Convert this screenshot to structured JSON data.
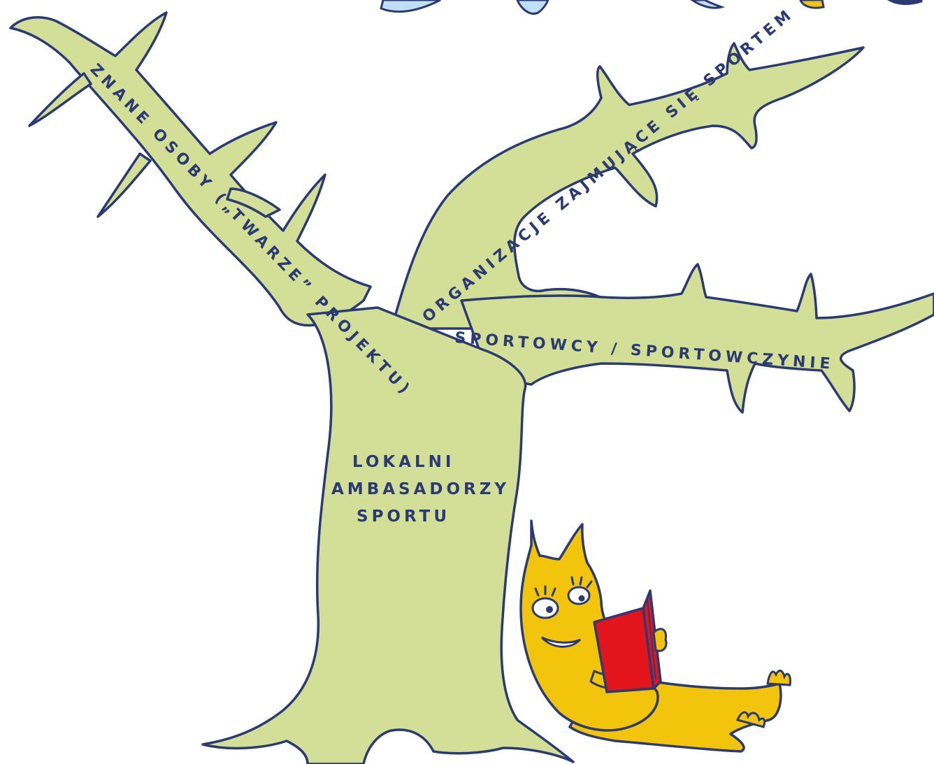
{
  "diagram": {
    "branches": [
      {
        "id": "left",
        "label": "ZNANE OSOBY („TWARZE” PROJEKTU)"
      },
      {
        "id": "upper-right",
        "label": "ORGANIZACJE ZAJMUJĄCE SIĘ SPORTEM"
      },
      {
        "id": "lower-right",
        "label": "SPORTOWCY / SPORTOWCZYNIE"
      }
    ],
    "trunk": {
      "lines": [
        "LOKALNI",
        "AMBASADORZY",
        "SPORTU"
      ]
    }
  },
  "colors": {
    "tree_fill": "#d3df97",
    "outline": "#2c3a74",
    "text": "#2c3a74",
    "character_fill": "#f2c40c",
    "book_fill": "#e3141c",
    "sky_shape": "#bfe0f2"
  },
  "icons": {
    "character": "cat-reading-icon",
    "book": "book-icon"
  }
}
